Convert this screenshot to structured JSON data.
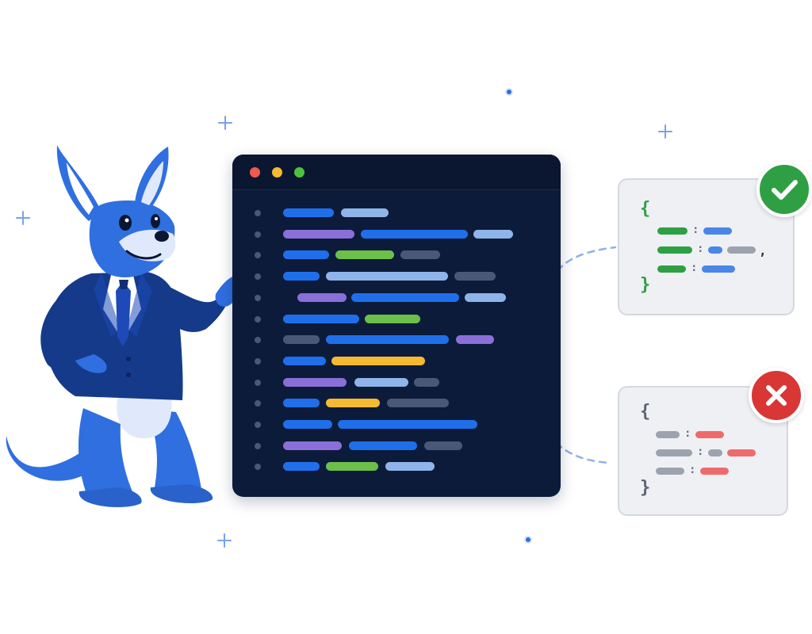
{
  "illustration": {
    "colors": {
      "background": "#ffffff",
      "editor_bg": "#0d1b3a",
      "mascot_blue": "#2f6fe0",
      "suit_navy": "#153a8a",
      "valid_green": "#2ea043",
      "invalid_red": "#d93636",
      "card_bg": "#eef0f4"
    },
    "mascot": {
      "kind": "kangaroo-in-suit",
      "icon": "kangaroo-mascot-icon"
    },
    "editor": {
      "window_buttons": [
        "red",
        "yellow",
        "green"
      ],
      "line_count": 13
    },
    "valid_card": {
      "open_brace": "{",
      "close_brace": "}",
      "colon": ":",
      "comma": ",",
      "status_icon": "check-icon"
    },
    "invalid_card": {
      "open_brace": "{",
      "close_brace": "}",
      "colon": ":",
      "status_icon": "cross-icon"
    }
  }
}
